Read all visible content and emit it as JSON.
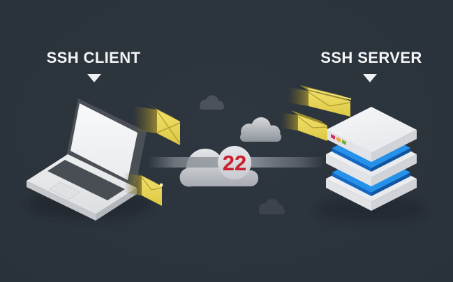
{
  "diagram": {
    "client_label": "SSH CLIENT",
    "server_label": "SSH SERVER",
    "port": "22",
    "colors": {
      "background": "#2b333b",
      "label_text": "#f4f5f7",
      "port_number": "#c9212e",
      "envelope_yellow": "#ead758",
      "server_stripe_blue": "#2492ea",
      "cloud_gray": "#c7c9ce",
      "status_light_red": "#d4295e",
      "status_light_yellow": "#f0a43c",
      "status_light_green": "#6ab234"
    }
  }
}
